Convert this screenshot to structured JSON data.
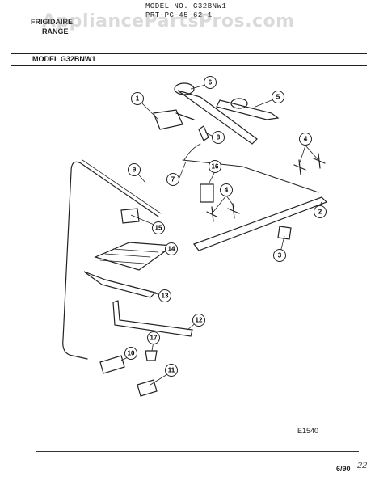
{
  "header": {
    "model_line": "MODEL NO. G32BNW1",
    "sub_line": "PRT-PG-45-62-1",
    "brand": "FRIGIDAIRE",
    "brand_sub": "RANGE",
    "watermark": "AppliancePartsPros.com"
  },
  "model_label": "MODEL G32BNW1",
  "diagram_code": "E1540",
  "page_date": "6/90",
  "handwritten_note": "22",
  "callouts": [
    "1",
    "2",
    "3",
    "4",
    "4",
    "5",
    "6",
    "7",
    "8",
    "9",
    "10",
    "11",
    "12",
    "13",
    "14",
    "15",
    "16",
    "17"
  ]
}
